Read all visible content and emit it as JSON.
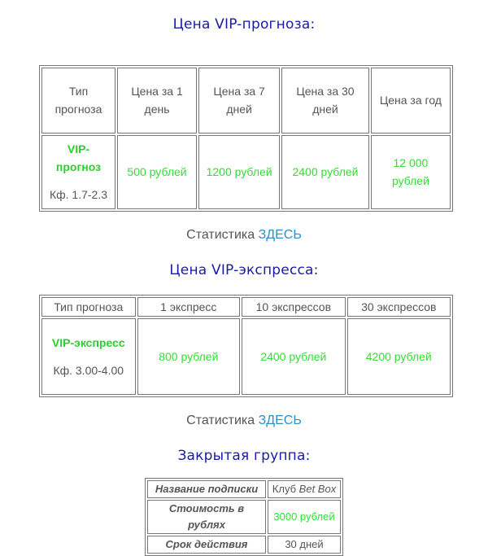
{
  "vip_forecast": {
    "heading": "Цена VIP-прогноза:",
    "headers": [
      "Тип прогноза",
      "Цена за 1 день",
      "Цена за 7 дней",
      "Цена за 30 дней",
      "Цена за год"
    ],
    "row": {
      "type_name": "VIP-прогноз",
      "type_coef": "Кф. 1.7-2.3",
      "prices": [
        "500 рублей",
        "1200 рублей",
        "2400 рублей",
        "12 000 рублей"
      ]
    }
  },
  "stats_1": {
    "label": "Статистика",
    "link": "ЗДЕСЬ"
  },
  "vip_express": {
    "heading": "Цена VIP-экспресса:",
    "headers": [
      "Тип прогноза",
      "1 экспресс",
      "10 экспрессов",
      "30 экспрессов"
    ],
    "row": {
      "type_name": "VIP-экспресс",
      "type_coef": "Кф. 3.00-4.00",
      "prices": [
        "800 рублей",
        "2400 рублей",
        "4200 рублей"
      ]
    }
  },
  "stats_2": {
    "label": "Статистика",
    "link": "ЗДЕСЬ"
  },
  "closed_group": {
    "heading": "Закрытая группа:",
    "rows": [
      {
        "label": "Название подписки",
        "value_prefix": "Клуб ",
        "value_em": "Bet Box"
      },
      {
        "label": "Стоимость в рублях",
        "value": "3000 рублей"
      },
      {
        "label": "Срок действия",
        "value": "30 дней"
      }
    ]
  },
  "colors": {
    "heading": "#1a1aa6",
    "price": "#33dd33",
    "link": "#2a8fc9",
    "text": "#555555"
  }
}
